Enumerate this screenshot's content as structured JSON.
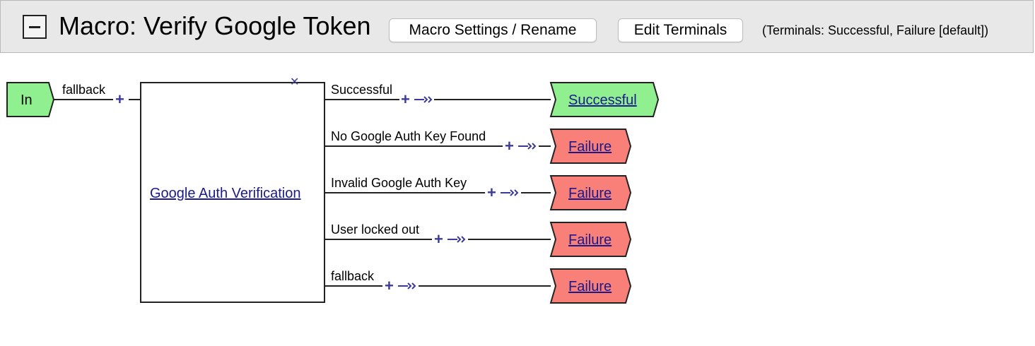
{
  "header": {
    "title": "Macro: Verify Google Token",
    "settings_button": "Macro Settings / Rename",
    "terminals_button": "Edit Terminals",
    "terminals_info": "(Terminals: Successful, Failure [default])"
  },
  "diagram": {
    "input_label": "In",
    "input_edge_label": "fallback",
    "node_label": "Google Auth Verification",
    "outputs": [
      {
        "edge_label": "Successful",
        "terminal": "Successful"
      },
      {
        "edge_label": "No Google Auth Key Found",
        "terminal": "Failure"
      },
      {
        "edge_label": "Invalid Google Auth Key",
        "terminal": "Failure"
      },
      {
        "edge_label": "User locked out",
        "terminal": "Failure"
      },
      {
        "edge_label": "fallback",
        "terminal": "Failure"
      }
    ]
  },
  "colors": {
    "success_fill": "#90f090",
    "failure_fill": "#f88078",
    "link": "#1a1a8c",
    "connector": "#3a3a9a"
  },
  "icons": {
    "collapse": "minus-square-icon",
    "add": "plus-icon",
    "delete": "close-icon",
    "connect": "double-chevron-right-icon"
  }
}
